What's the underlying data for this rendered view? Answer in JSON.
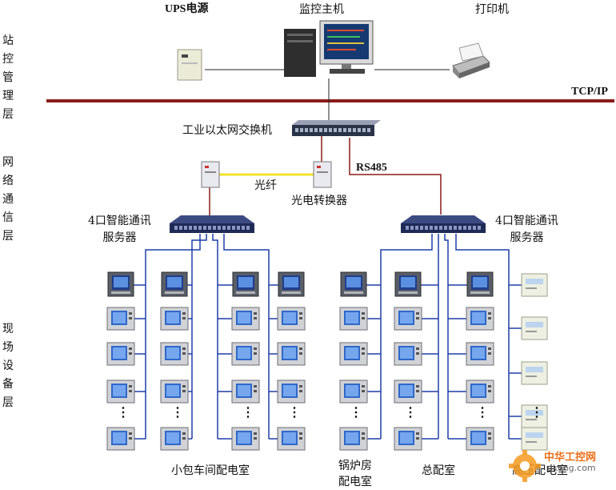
{
  "top": {
    "ups_label": "UPS电源",
    "host_label": "监控主机",
    "printer_label": "打印机",
    "tcpip_label": "TCP/IP"
  },
  "network": {
    "switch_label": "工业以太网交换机",
    "fiber_label": "光纤",
    "converter_label": "光电转换器",
    "rs485_label": "RS485",
    "server_left_label": "4口智能通讯\n服务器",
    "server_right_label": "4口智能通讯\n服务器"
  },
  "layers": [
    {
      "label": "站控管理层",
      "chars": [
        "站",
        "控",
        "管",
        "理",
        "层"
      ]
    },
    {
      "label": "网络通信层",
      "chars": [
        "网",
        "络",
        "通",
        "信",
        "层"
      ]
    },
    {
      "label": "现场设备层",
      "chars": [
        "现",
        "场",
        "设",
        "备",
        "层"
      ]
    }
  ],
  "rooms": {
    "small_room": "小包车间配电室",
    "boiler_room": "锅炉房\n配电室",
    "main_room": "总配室",
    "hv_room": "高压配电室"
  },
  "watermark": {
    "title": "中华工控网",
    "url": "gkong.com"
  },
  "colors": {
    "bus": "#8b1a1a",
    "tree": "#1f3fa8",
    "fiber": "#f2e22a",
    "meter_screen": "#2f68c9"
  },
  "ellipsis": "⋮"
}
